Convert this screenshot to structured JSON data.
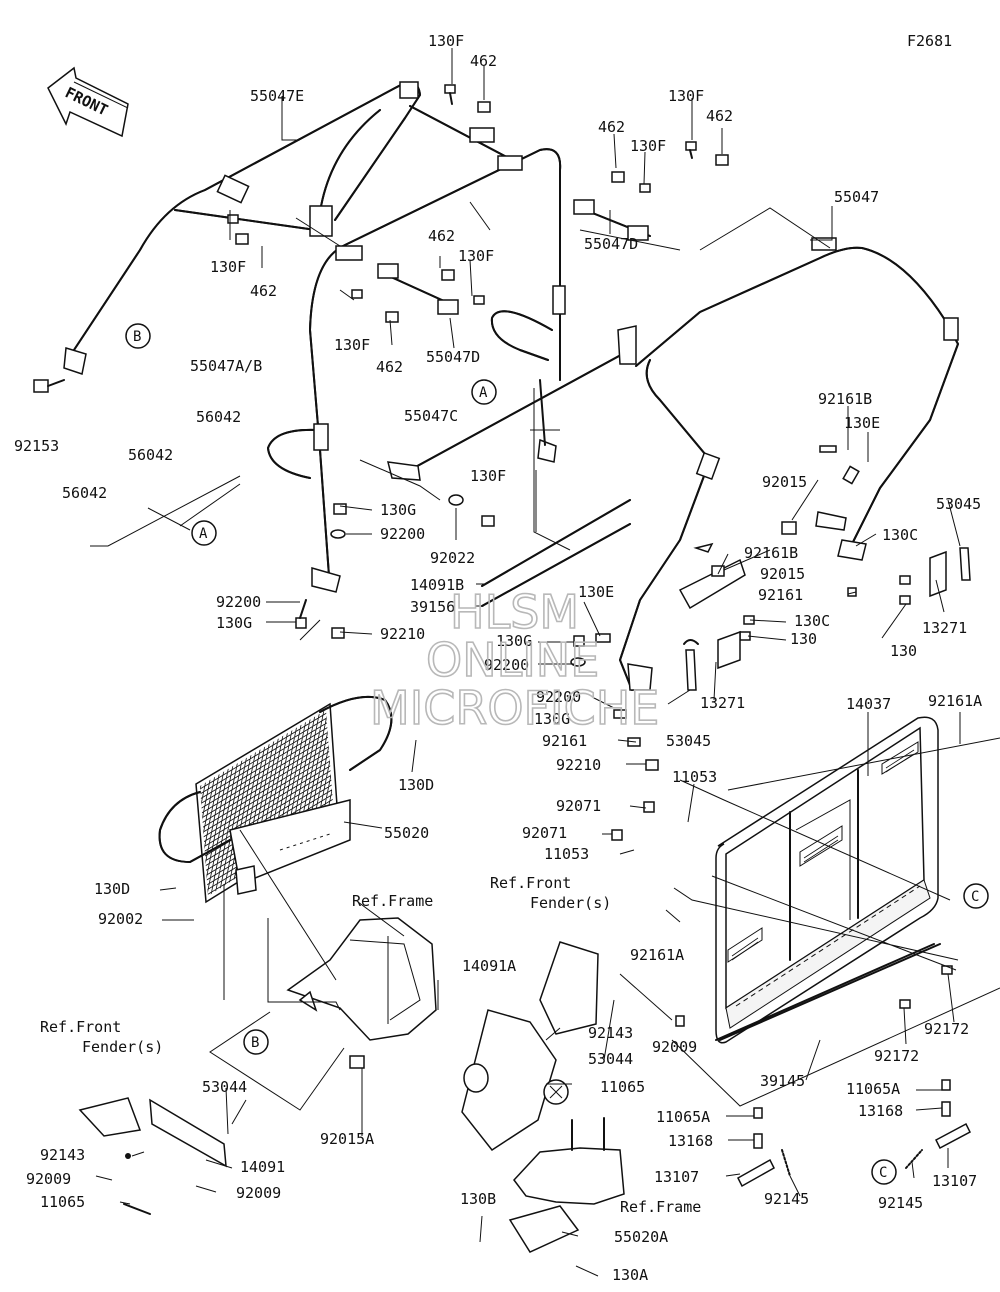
{
  "figure_code": "F2681",
  "front_label": "FRONT",
  "watermark": [
    "HLSM",
    "ONLINE",
    "MICROFICHE"
  ],
  "part_labels": [
    "130F",
    "462",
    "130F",
    "462",
    "462",
    "130F",
    "55047E",
    "55047",
    "130F",
    "462",
    "462",
    "130F",
    "55047D",
    "130F",
    "462",
    "55047D",
    "92161B",
    "130E",
    "55047A/B",
    "56042",
    "56042",
    "56042",
    "55047C",
    "92015",
    "130F",
    "53045",
    "130C",
    "130G",
    "92200",
    "92022",
    "92161B",
    "92015",
    "13271",
    "14091B",
    "92161",
    "130",
    "39156",
    "130E",
    "92200",
    "130C",
    "130G",
    "130",
    "92210",
    "92200",
    "130G",
    "92200",
    "13271",
    "130G",
    "53045",
    "92161",
    "92210",
    "14037",
    "92161A",
    "11053",
    "92071",
    "92071",
    "11053",
    "92153",
    "130D",
    "55020",
    "130D",
    "92002",
    "92161A",
    "92143",
    "92009",
    "14091A",
    "53044",
    "11065",
    "39145",
    "92172",
    "92172",
    "11065A",
    "13168",
    "92145",
    "13107",
    "11065A",
    "13168",
    "13107",
    "92145",
    "130B",
    "55020A",
    "130A",
    "53044",
    "92143",
    "92009",
    "11065",
    "14091",
    "92009",
    "92015A"
  ],
  "ref_labels": [
    "Ref.Frame",
    "Ref.Front",
    "Fender(s)",
    "Ref.Front",
    "Fender(s)",
    "Ref.Frame"
  ],
  "callouts": [
    "A",
    "A",
    "B",
    "B",
    "C",
    "C"
  ]
}
